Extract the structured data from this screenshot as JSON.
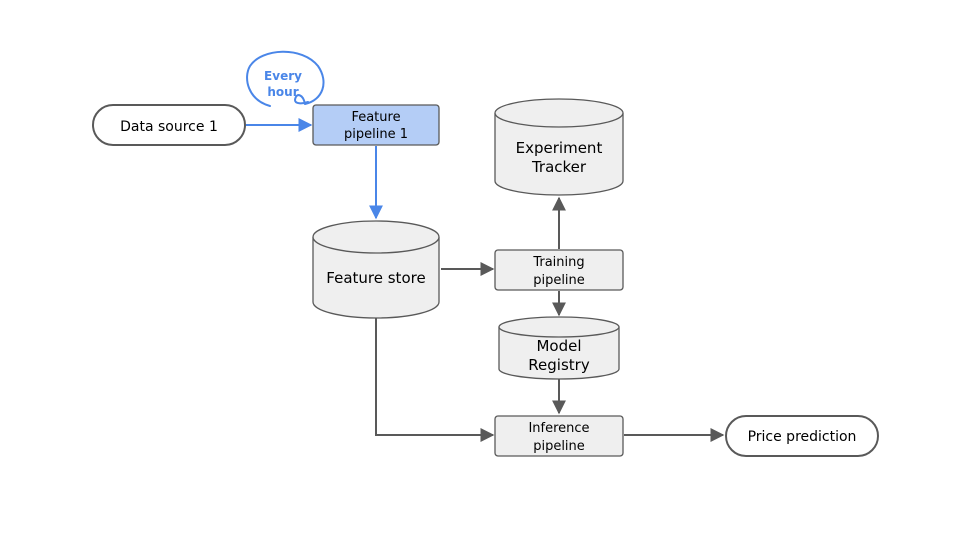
{
  "colors": {
    "stroke": "#595959",
    "node_fill": "#efefef",
    "highlight_fill": "#b4cdf6",
    "accent": "#4a86e8",
    "terminal_fill": "#ffffff"
  },
  "annotation": {
    "line1": "Every",
    "line2": "hour"
  },
  "nodes": {
    "data_source": {
      "label": "Data source 1"
    },
    "feature_pipeline": {
      "line1": "Feature",
      "line2": "pipeline 1"
    },
    "feature_store": {
      "label": "Feature store"
    },
    "experiment_tracker": {
      "line1": "Experiment",
      "line2": "Tracker"
    },
    "training_pipeline": {
      "line1": "Training",
      "line2": "pipeline"
    },
    "model_registry": {
      "line1": "Model",
      "line2": "Registry"
    },
    "inference_pipeline": {
      "line1": "Inference",
      "line2": "pipeline"
    },
    "price_prediction": {
      "label": "Price prediction"
    }
  }
}
